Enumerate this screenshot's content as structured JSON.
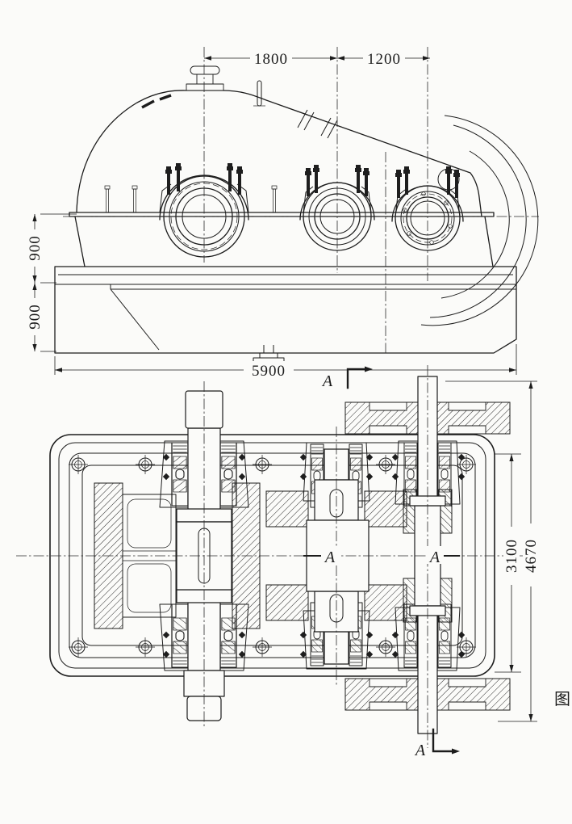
{
  "figure": {
    "caption_char": "图",
    "section_letter": "A",
    "dims": {
      "top_left": "1800",
      "top_right": "1200",
      "left_upper": "900",
      "left_lower": "900",
      "base_width": "5900",
      "right_inner": "3100",
      "right_outer": "4670"
    },
    "colors": {
      "ink": "#1c1c1c",
      "paper": "#fbfbf9"
    }
  }
}
